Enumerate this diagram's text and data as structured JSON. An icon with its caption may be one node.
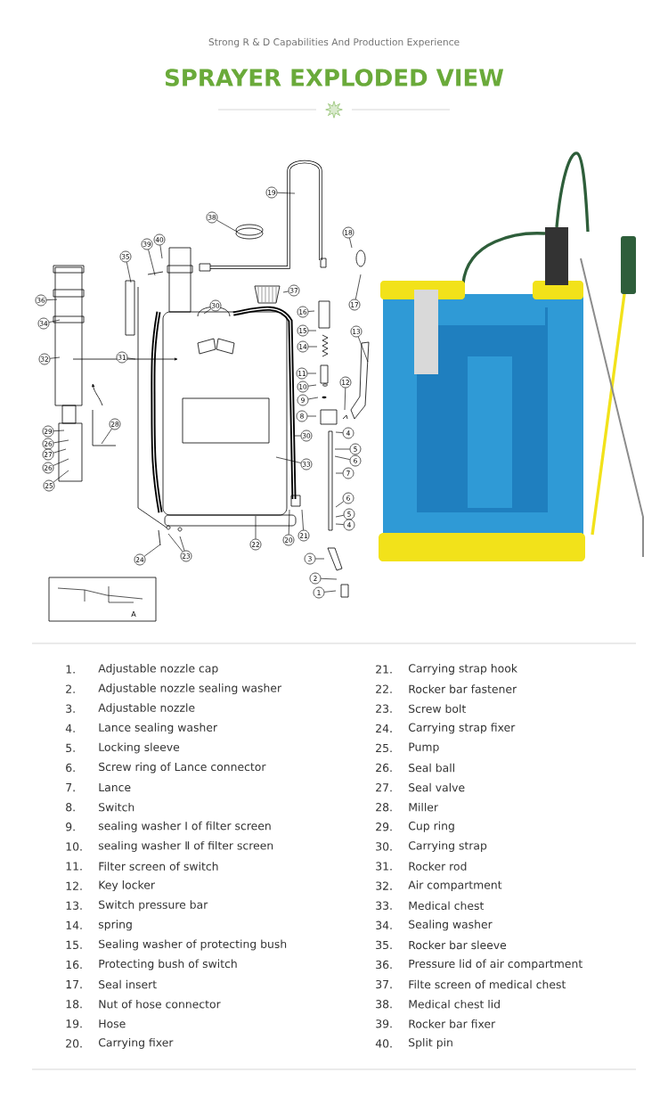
{
  "diagram": {
    "title": "SPRAYER EXPLODED VIEW",
    "nodes": [
      {
        "text": [
          "19"
        ]
      },
      {
        "text": [
          "38"
        ]
      },
      {
        "text": [
          "18"
        ]
      },
      {
        "text": [
          "40"
        ]
      },
      {
        "text": [
          "39"
        ]
      },
      {
        "text": [
          "35"
        ]
      },
      {
        "text": [
          "36"
        ]
      },
      {
        "text": [
          "37"
        ]
      },
      {
        "text": [
          "17"
        ]
      },
      {
        "text": [
          "30"
        ]
      },
      {
        "text": [
          "16"
        ]
      },
      {
        "text": [
          "34"
        ]
      },
      {
        "text": [
          "15"
        ]
      },
      {
        "text": [
          "13"
        ]
      },
      {
        "text": [
          "14"
        ]
      },
      {
        "text": [
          "32"
        ]
      },
      {
        "text": [
          "31"
        ]
      },
      {
        "text": [
          "11"
        ]
      },
      {
        "text": [
          "12"
        ]
      },
      {
        "text": [
          "10"
        ]
      },
      {
        "text": [
          "9"
        ]
      },
      {
        "text": [
          "8"
        ]
      },
      {
        "text": [
          "28"
        ]
      },
      {
        "text": [
          "29"
        ]
      },
      {
        "text": [
          "30"
        ]
      },
      {
        "text": [
          "4"
        ]
      },
      {
        "text": [
          "26"
        ]
      },
      {
        "text": [
          "5"
        ]
      },
      {
        "text": [
          "27"
        ]
      },
      {
        "text": [
          "6"
        ]
      },
      {
        "text": [
          "33"
        ]
      },
      {
        "text": [
          "26"
        ]
      },
      {
        "text": [
          "7"
        ]
      },
      {
        "text": [
          "25"
        ]
      },
      {
        "text": [
          "6"
        ]
      },
      {
        "text": [
          "5"
        ]
      },
      {
        "text": [
          "4"
        ]
      },
      {
        "text": [
          "21"
        ]
      },
      {
        "text": [
          "20"
        ]
      },
      {
        "text": [
          "22"
        ]
      },
      {
        "text": [
          "23"
        ]
      },
      {
        "text": [
          "3"
        ]
      },
      {
        "text": [
          "24"
        ]
      },
      {
        "text": [
          "2"
        ]
      },
      {
        "text": [
          "1"
        ]
      }
    ],
    "edges": [
      {
        "from": 0,
        "to": null,
        "arrow": "none"
      },
      {
        "from": 1,
        "to": null,
        "arrow": "none"
      },
      {
        "from": 2,
        "to": null,
        "arrow": "none"
      },
      {
        "from": 3,
        "to": null,
        "arrow": "none"
      },
      {
        "from": 4,
        "to": null,
        "arrow": "none"
      },
      {
        "from": 5,
        "to": null,
        "arrow": "none"
      },
      {
        "from": 6,
        "to": null,
        "arrow": "none"
      },
      {
        "from": 7,
        "to": null,
        "arrow": "none"
      },
      {
        "from": 8,
        "to": null,
        "arrow": "none"
      },
      {
        "from": 9,
        "to": null,
        "arrow": "none"
      },
      {
        "from": 10,
        "to": null,
        "arrow": "none"
      },
      {
        "from": 11,
        "to": null,
        "arrow": "none"
      },
      {
        "from": 12,
        "to": null,
        "arrow": "none"
      },
      {
        "from": 13,
        "to": null,
        "arrow": "none"
      },
      {
        "from": 14,
        "to": null,
        "arrow": "none"
      },
      {
        "from": 15,
        "to": null,
        "arrow": "none"
      },
      {
        "from": 16,
        "to": null,
        "arrow": "none"
      },
      {
        "from": 17,
        "to": null,
        "arrow": "none"
      },
      {
        "from": 18,
        "to": null,
        "arrow": "none"
      },
      {
        "from": 19,
        "to": null,
        "arrow": "none"
      },
      {
        "from": 20,
        "to": null,
        "arrow": "none"
      },
      {
        "from": 21,
        "to": null,
        "arrow": "none"
      },
      {
        "from": 22,
        "to": null,
        "arrow": "none"
      },
      {
        "from": 23,
        "to": null,
        "arrow": "none"
      },
      {
        "from": 24,
        "to": null,
        "arrow": "none"
      },
      {
        "from": 25,
        "to": null,
        "arrow": "none"
      },
      {
        "from": 26,
        "to": null,
        "arrow": "none"
      },
      {
        "from": 27,
        "to": null,
        "arrow": "none"
      },
      {
        "from": 28,
        "to": null,
        "arrow": "none"
      },
      {
        "from": 29,
        "to": null,
        "arrow": "none"
      },
      {
        "from": 30,
        "to": null,
        "arrow": "none"
      },
      {
        "from": 31,
        "to": null,
        "arrow": "none"
      },
      {
        "from": 32,
        "to": null,
        "arrow": "none"
      },
      {
        "from": 33,
        "to": null,
        "arrow": "none"
      },
      {
        "from": 34,
        "to": null,
        "arrow": "none"
      },
      {
        "from": 35,
        "to": null,
        "arrow": "none"
      },
      {
        "from": 36,
        "to": null,
        "arrow": "none"
      },
      {
        "from": 37,
        "to": null,
        "arrow": "none"
      },
      {
        "from": 38,
        "to": null,
        "arrow": "none"
      },
      {
        "from": 39,
        "to": null,
        "arrow": "none"
      },
      {
        "from": 40,
        "to": null,
        "arrow": "none"
      },
      {
        "from": 40,
        "to": null,
        "arrow": "none"
      },
      {
        "from": 41,
        "to": null,
        "arrow": "none"
      },
      {
        "from": 42,
        "to": null,
        "arrow": "none"
      },
      {
        "from": 43,
        "to": null,
        "arrow": "none"
      },
      {
        "from": 44,
        "to": null,
        "arrow": "none"
      }
    ],
    "labels": [
      "Strong R & D Capabilities And Production Experience",
      "A",
      "1.",
      "Adjustable nozzle cap",
      "21.",
      "Carrying strap hook",
      "2.",
      "Adjustable nozzle sealing washer",
      "22.",
      "Rocker bar fastener",
      "3.",
      "Adjustable nozzle",
      "23.",
      "Screw bolt",
      "4.",
      "Lance sealing washer",
      "24.",
      "Carrying strap fixer",
      "5.",
      "Locking sleeve",
      "25.",
      "Pump",
      "6.",
      "Screw ring of Lance connector",
      "26.",
      "Seal ball",
      "7.",
      "Lance",
      "27.",
      "Seal valve",
      "8.",
      "Switch",
      "28.",
      "Miller",
      "9.",
      "sealing washer Ⅰ of filter screen",
      "29.",
      "Cup ring",
      "10.",
      "sealing washer Ⅱ of filter screen",
      "30.",
      "Carrying strap",
      "11.",
      "Filter screen of switch",
      "31.",
      "Rocker rod",
      "12.",
      "Key locker",
      "32.",
      "Air compartment",
      "13.",
      "Switch pressure bar",
      "33.",
      "Medical chest",
      "14.",
      "spring",
      "34.",
      "Sealing washer",
      "15.",
      "Sealing washer of protecting bush",
      "35.",
      "Rocker bar sleeve",
      "16.",
      "Protecting bush of switch",
      "36.",
      "Pressure lid of air compartment",
      "17.",
      "Seal insert",
      "37.",
      "Filte screen of medical chest",
      "18.",
      "Nut of hose connector",
      "38.",
      "Medical chest lid",
      "19.",
      "Hose",
      "39.",
      "Rocker bar fixer",
      "20.",
      "Carrying fixer",
      "40.",
      "Split pin"
    ]
  }
}
